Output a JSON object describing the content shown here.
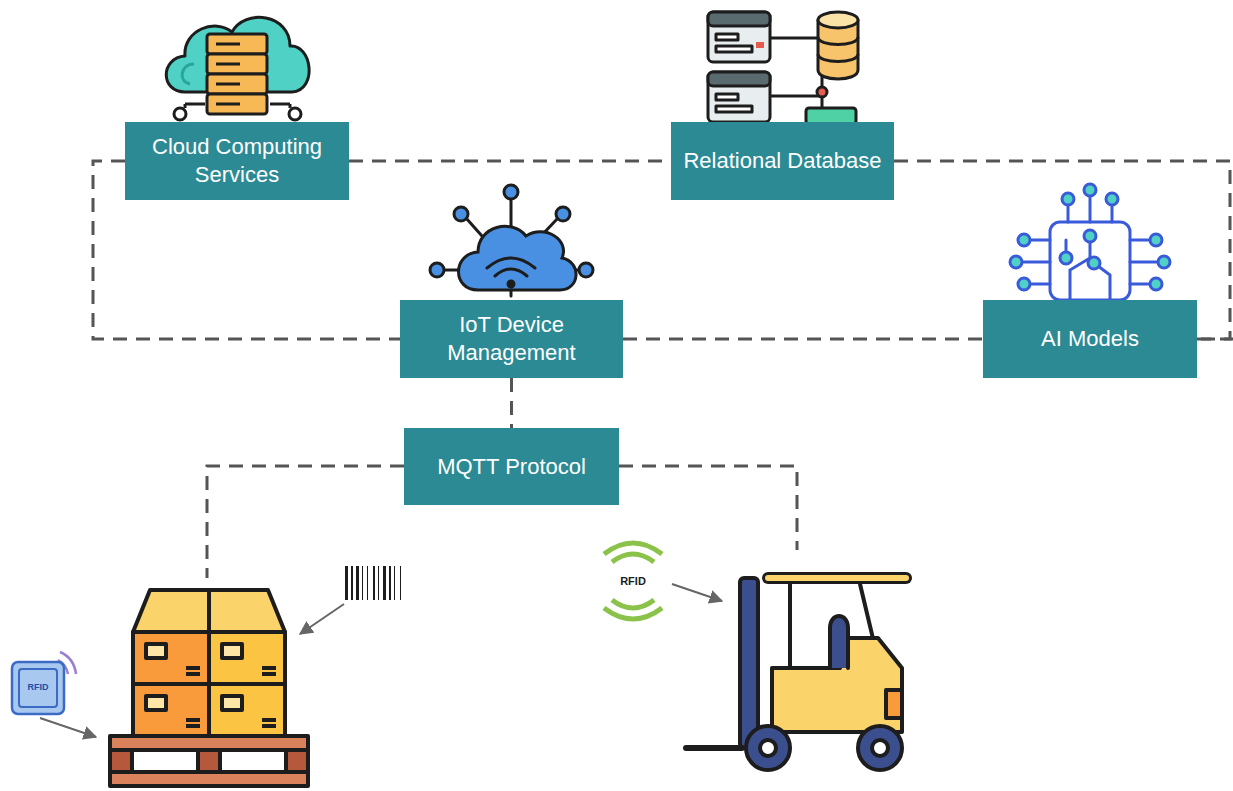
{
  "diagram": {
    "nodes": [
      {
        "text": [
          "Cloud Computing Services"
        ]
      },
      {
        "text": [
          "Relational Database"
        ]
      },
      {
        "text": [
          "IoT Device Management"
        ]
      },
      {
        "text": [
          "AI Models"
        ]
      },
      {
        "text": [
          "MQTT Protocol"
        ]
      }
    ],
    "edges": [
      {
        "from": 0,
        "to": 1,
        "arrow": "none"
      },
      {
        "from": 0,
        "to": 2,
        "arrow": "none"
      },
      {
        "from": 1,
        "to": 3,
        "arrow": "none"
      },
      {
        "from": 2,
        "to": 3,
        "arrow": "none"
      },
      {
        "from": 2,
        "to": 4,
        "arrow": "none"
      }
    ],
    "labels": [
      "RFID",
      "RFID"
    ]
  }
}
